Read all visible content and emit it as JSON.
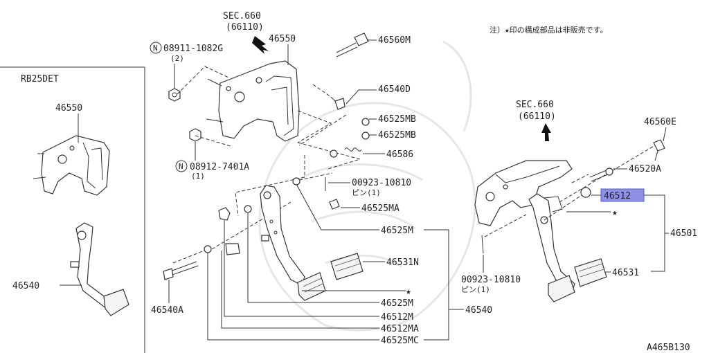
{
  "diagram_id": "A465B130",
  "note": "注）★印の構成部品は非販売です。",
  "inset_title": "RB25DET",
  "sec_refs": [
    {
      "line1": "SEC.660",
      "line2": "(66110)"
    },
    {
      "line1": "SEC.660",
      "line2": "(66110)"
    }
  ],
  "callouts": {
    "p46550_main": "46550",
    "p46550_inset": "46550",
    "p46540_inset": "46540",
    "p08911": "08911-1082G",
    "p08911_qty": "(2)",
    "p08912": "08912-7401A",
    "p08912_qty": "(1)",
    "p46560M": "46560M",
    "p46540D": "46540D",
    "p46525MB_1": "46525MB",
    "p46525MB_2": "46525MB",
    "p46586": "46586",
    "p00923_1": "00923-10810",
    "p00923_1_qty": "ピン(1)",
    "p46525MA": "46525MA",
    "p46525M_1": "46525M",
    "p46531N": "46531N",
    "p46525M_2": "46525M",
    "p46540": "46540",
    "p46512M": "46512M",
    "p46512MA": "46512MA",
    "p46525MC": "46525MC",
    "p46540A": "46540A",
    "p46560E": "46560E",
    "p46520A": "46520A",
    "p46512": "46512",
    "p46501": "46501",
    "p46531": "46531",
    "p00923_2": "00923-10810",
    "p00923_2_qty": "ピン(1)"
  },
  "star_symbol": "★",
  "circled_n": "N",
  "colors": {
    "highlight": "#8f8fe6",
    "line": "#333333",
    "watermark": "#e6e6e6"
  }
}
